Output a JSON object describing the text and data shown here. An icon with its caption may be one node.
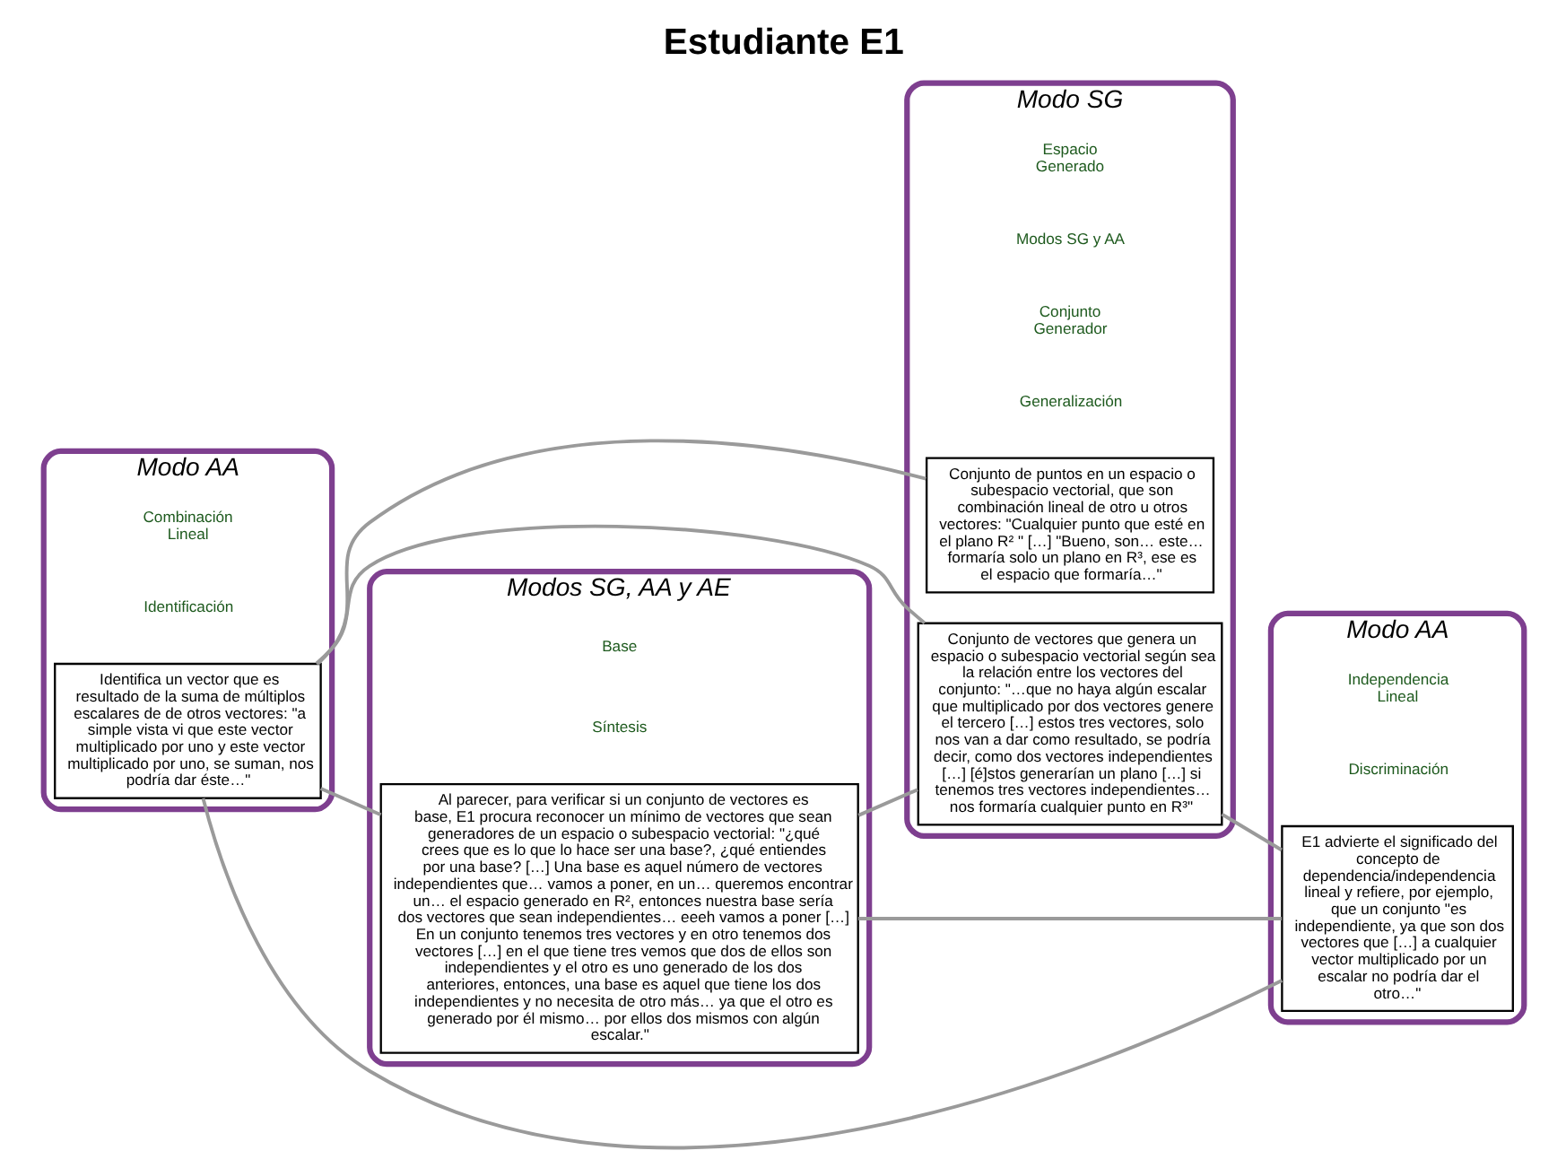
{
  "diagram": {
    "title": "Estudiante E1",
    "nodes": [
      {
        "text": [
          "Modo AA",
          "Combinación Lineal",
          "Identificación"
        ]
      },
      {
        "text": [
          "Identifica un vector que es resultado de la suma de múltiplos escalares de de otros vectores: \"a simple vista vi que este vector multiplicado por uno y este vector multiplicado por uno, se suman, nos podría dar éste…\""
        ],
        "in": 0
      },
      {
        "text": [
          "Modo SG",
          "Espacio Generado",
          "Modos SG y AA",
          "Conjunto Generador",
          "Generalización"
        ]
      },
      {
        "text": [
          "Conjunto de puntos en un espacio o subespacio vectorial, que son combinación lineal de otro u otros vectores: \"Cualquier punto que esté en el plano R² \" […] \"Bueno, son… este… formaría solo un plano en R³, ese es el espacio que formaría…\""
        ],
        "in": 2
      },
      {
        "text": [
          "Conjunto de vectores que genera un espacio o subespacio vectorial según sea la relación entre los vectores del conjunto: \"…que no haya algún escalar que multiplicado por dos vectores genere el tercero […] estos tres vectores, solo nos van a dar como resultado, se podría decir, como dos vectores independientes […] [é]stos generarían un plano […] si tenemos tres vectores independientes… nos formaría cualquier punto en R³\""
        ],
        "in": 2
      },
      {
        "text": [
          "Modos SG, AA y AE",
          "Base",
          "Síntesis"
        ]
      },
      {
        "text": [
          "Al parecer, para verificar si un conjunto de vectores es base, E1 procura reconocer un mínimo de vectores que sean generadores de un espacio o subespacio vectorial: \"¿qué crees que es lo que lo hace ser una base?, ¿qué entiendes por una base? […] Una base es aquel número de vectores independientes que… vamos a poner, en un… queremos encontrar un… el espacio generado en R², entonces nuestra base sería dos vectores que sean independientes… eeeh vamos a poner […] En un conjunto tenemos tres vectores y en otro tenemos dos vectores […] en el que tiene tres vemos que dos de ellos son independientes y el otro es uno generado de los dos anteriores, entonces, una base es aquel que tiene los dos independientes y no necesita de otro más… ya que el otro es generado por él mismo… por ellos dos mismos con algún escalar.\""
        ],
        "in": 5
      },
      {
        "text": [
          "Modo AA",
          "Independencia Lineal",
          "Discriminación"
        ]
      },
      {
        "text": [
          "E1 advierte el significado del concepto de dependencia/independencia lineal y refiere, por ejemplo, que un conjunto \"es independiente, ya que son dos vectores que […] a cualquier vector multiplicado por un escalar no podría dar el otro…\""
        ],
        "in": 7
      }
    ],
    "edges": [
      {
        "from": 1,
        "to": 4,
        "arrow": "none"
      },
      {
        "from": 1,
        "to": 3,
        "arrow": "none"
      },
      {
        "from": 1,
        "to": 6,
        "arrow": "none"
      },
      {
        "from": 1,
        "to": 8,
        "arrow": "none"
      },
      {
        "from": 6,
        "to": 4,
        "arrow": "none"
      },
      {
        "from": 6,
        "to": 8,
        "arrow": "none"
      },
      {
        "from": 4,
        "to": 8,
        "arrow": "none"
      }
    ]
  }
}
